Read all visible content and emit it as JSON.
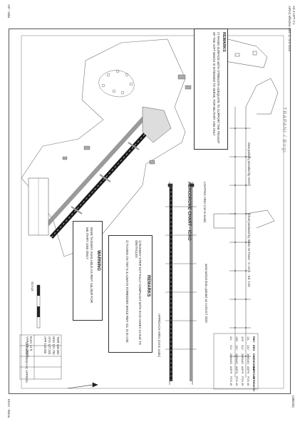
{
  "page_header": {
    "aip_doc": "AD 2-LIPT 2-1",
    "airac_effective": "AIRAC effective date 11 JUN 2020",
    "side_code": "(480025)",
    "left_label": "AIP - Italia",
    "left_footer": "ENAV - Roma"
  },
  "chart": {
    "title": "AERODROME CHART - ICAO",
    "airport_name": "TRAPANI / Birgi",
    "remarks_top_title": "REMARKS",
    "remarks_top_text": "(*) PAVED SURFACE WITH STRENGTH ADEQUATE TO SUPPORT THE TRANSIT OF THE ACFT WHICH IS INTENDED TO SERVE, FOR MILITARY USE ONLY",
    "warning_title": "WARNING",
    "warning_text": "MAIN TAXIWAY AVAILABLE AS RWY 13L/31R FOR MILITARY USE ONLY",
    "remarks_title": "REMARKS",
    "remark_1": "1) RUNWAY STRIP NOT FULLY COMPLIANT WITH ICAO ANNEX 14 DUE TO OBSTACLES",
    "remark_2": "2) TAXIING ON TWY E & ALWAYS FORBIDDEN WHILE RWY 31L IS IN USE",
    "lighting_note": "LIGHTING AREA (not to scale)",
    "approach_note": "APPROACH AREA (not to scale)",
    "change_note": "CHANGE: NEW IAC APPRON",
    "scale_label": "SCALE",
    "produced_by": "Chart produced by Italian Air Force - C.I.G.A. - Ed. 1/16",
    "data_provided": "Data partially provided by ANSV",
    "aeronautical_data": "aeronautical data updated as AUGUST 2020",
    "elev_label": "ELEV 14 ft",
    "var_label": "VAR 3°E (2020)",
    "freq_rows": [
      "TWR 118.600",
      "GND 121.750",
      "ATIS 127.325",
      "APP 119.650"
    ],
    "table_headers": [
      "RWY",
      "BRG",
      "DIMENSIONS",
      "SURFACE",
      "STRENGTH"
    ],
    "table_rows": [
      [
        "13L",
        "131°",
        "2695x45",
        "ASPH",
        "PCN 45"
      ],
      [
        "31R",
        "311°",
        "2695x45",
        "ASPH",
        "PCN 45"
      ],
      [
        "13R",
        "131°",
        "2695x45",
        "ASPH",
        "PCN 45"
      ],
      [
        "31L",
        "311°",
        "2695x45",
        "ASPH",
        "PCN 45"
      ]
    ]
  },
  "colors": {
    "runway": "#1a1a1a",
    "taxiway": "#9a9a9a",
    "line": "#333333",
    "background": "#ffffff"
  }
}
